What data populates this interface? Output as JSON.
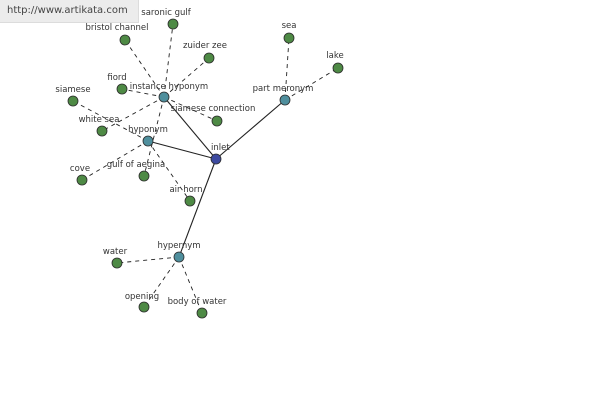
{
  "watermark": {
    "url": "http://www.artikata.com"
  },
  "colors": {
    "root": "#3d4aa0",
    "relation": "#4f8f9d",
    "leaf": "#4e8a45",
    "edge": "#222222"
  },
  "graph": {
    "center": "inlet",
    "relations": [
      {
        "id": "instance-hyponym",
        "label": "instance hyponym",
        "leaves": [
          "saronic gulf",
          "bristol channel",
          "zuider zee",
          "fiord",
          "white sea",
          "siamese connection",
          "gulf of aegina"
        ]
      },
      {
        "id": "hyponym",
        "label": "hyponym",
        "leaves": [
          "siamese",
          "cove",
          "air horn"
        ]
      },
      {
        "id": "part-meronym",
        "label": "part meronym",
        "leaves": [
          "sea",
          "lake"
        ]
      },
      {
        "id": "hypernym",
        "label": "hypernym",
        "leaves": [
          "water",
          "opening",
          "body of water"
        ]
      }
    ]
  }
}
